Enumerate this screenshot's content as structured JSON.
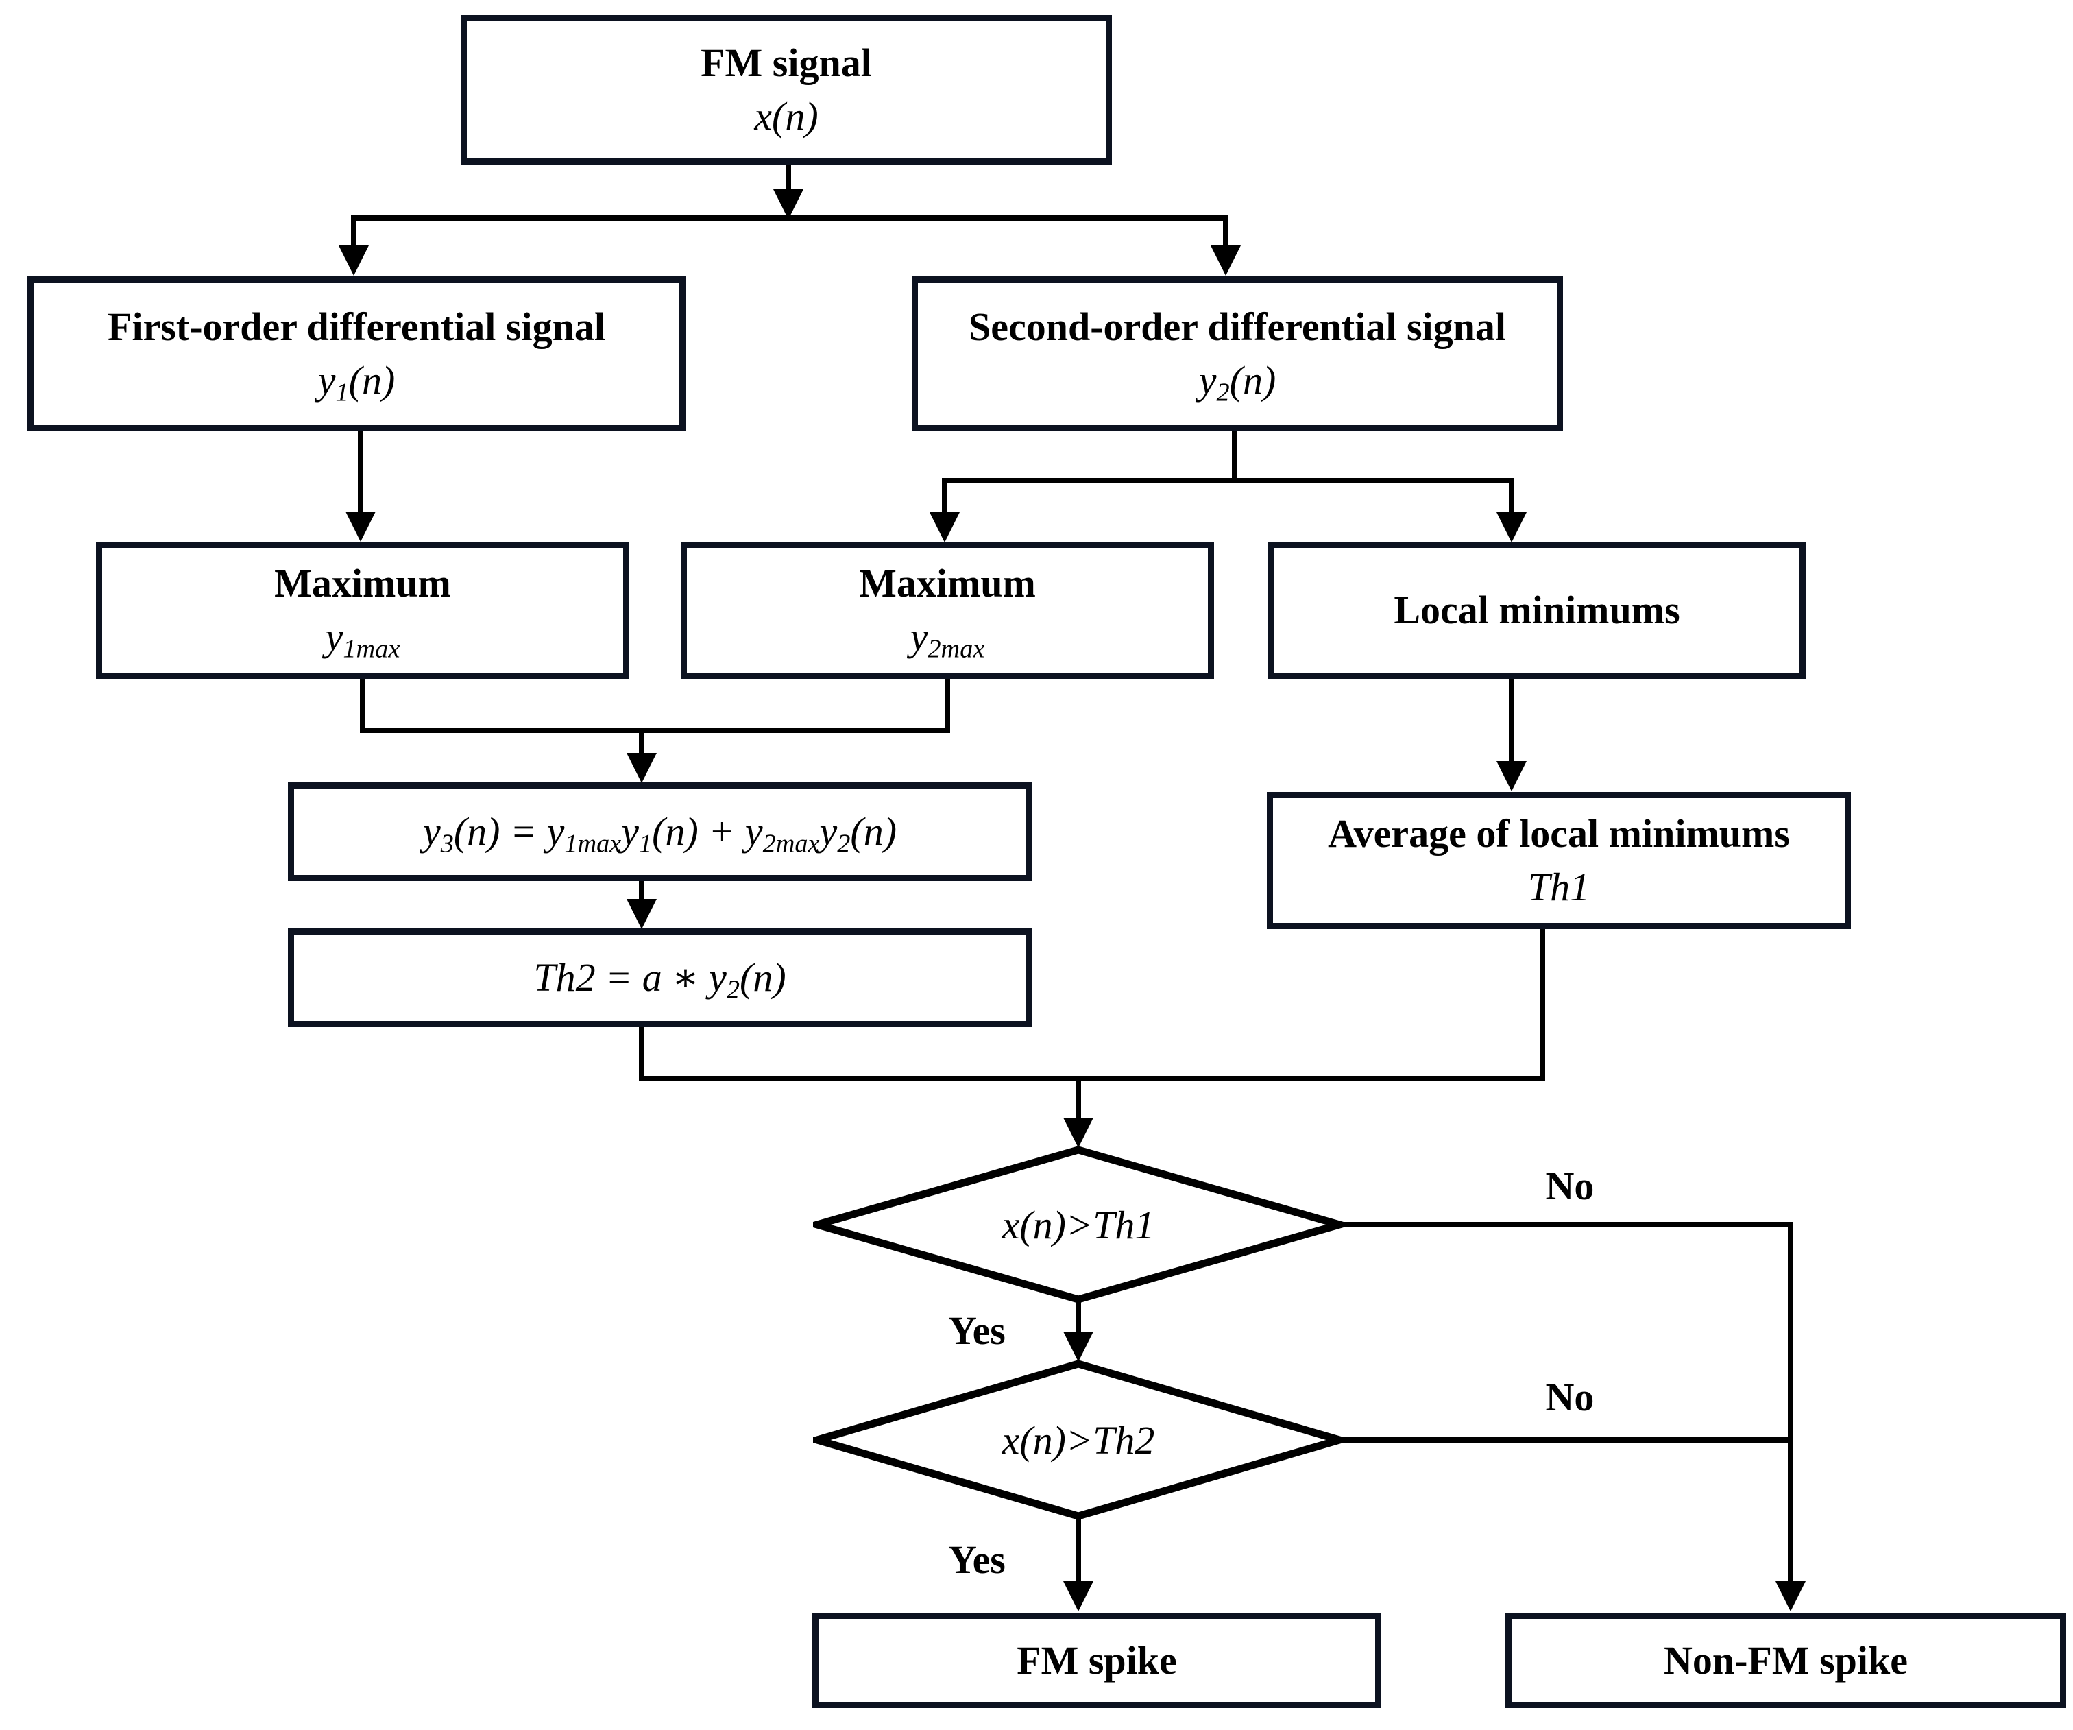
{
  "nodes": {
    "fm_signal": {
      "label": "FM signal",
      "formula": [
        "x(n)"
      ]
    },
    "first_order": {
      "label": "First-order differential signal",
      "formula": [
        "y",
        "1",
        "(n)"
      ]
    },
    "second_order": {
      "label": "Second-order differential signal",
      "formula": [
        "y",
        "2",
        "(n)"
      ]
    },
    "max_y1": {
      "label": "Maximum",
      "formula": [
        "y",
        "1max"
      ]
    },
    "max_y2": {
      "label": "Maximum",
      "formula": [
        "y",
        "2max"
      ]
    },
    "local_minimums": {
      "label": "Local minimums"
    },
    "average_local_minimums": {
      "label": "Average of local minimums",
      "formula": [
        "Th1"
      ]
    },
    "y3_formula": {
      "formula": [
        "y",
        "3",
        "(n) = y",
        "1max",
        "y",
        "1",
        "(n) + y",
        "2max",
        "y",
        "2",
        "(n)"
      ]
    },
    "th2_formula": {
      "formula": [
        "Th2 = a ∗ y",
        "2",
        "(n)"
      ]
    },
    "decision_th1": {
      "condition": "x(n)>Th1"
    },
    "decision_th2": {
      "condition": "x(n)>Th2"
    },
    "fm_spike": {
      "label": "FM spike"
    },
    "non_fm_spike": {
      "label": "Non-FM spike"
    }
  },
  "edge_labels": {
    "yes1": "Yes",
    "yes2": "Yes",
    "no1": "No",
    "no2": "No"
  },
  "colors": {
    "background": "#ffffff",
    "box_border": "#0c1220",
    "line": "#000000",
    "text": "#000000"
  }
}
